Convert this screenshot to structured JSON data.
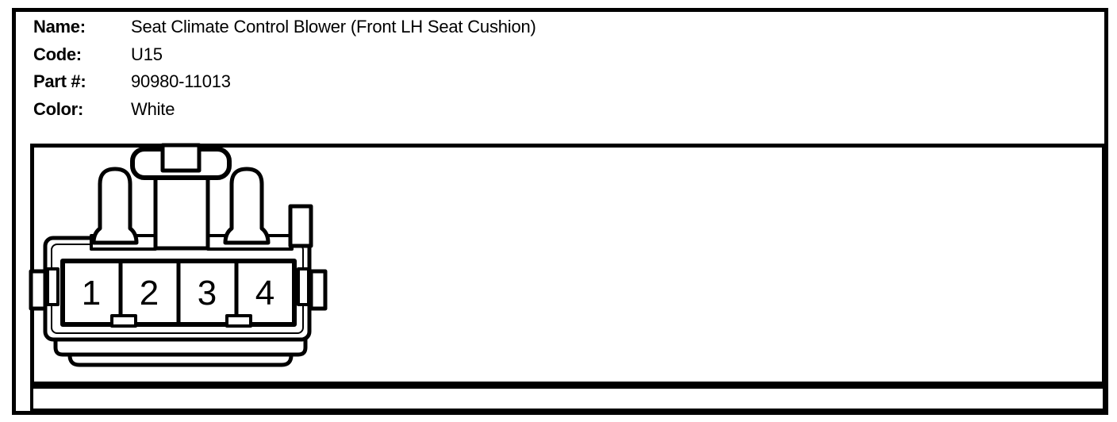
{
  "page": {
    "background_color": "#ffffff",
    "line_color": "#000000"
  },
  "header": {
    "fields": [
      {
        "label": "Name:",
        "value": "Seat Climate Control Blower (Front LH Seat Cushion)"
      },
      {
        "label": "Code:",
        "value": "U15"
      },
      {
        "label": "Part #:",
        "value": "90980-11013"
      },
      {
        "label": "Color:",
        "value": "White"
      }
    ]
  },
  "connector": {
    "pins": [
      "1",
      "2",
      "3",
      "4"
    ]
  }
}
